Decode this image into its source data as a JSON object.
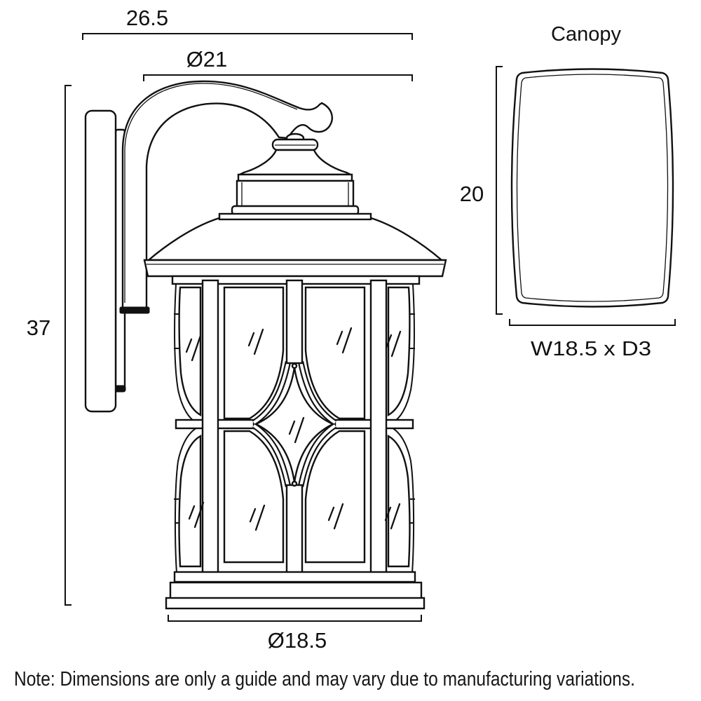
{
  "page": {
    "background": "#ffffff",
    "line_color": "#111111"
  },
  "side_view": {
    "dim_overall_width": "26.5",
    "dim_roof_diameter": "Ø21",
    "dim_overall_height": "37",
    "dim_base_diameter": "Ø18.5"
  },
  "canopy_view": {
    "title": "Canopy",
    "dim_height": "20",
    "dim_footprint": "W18.5 x D3"
  },
  "note": {
    "text": "Note: Dimensions are only a guide and may vary due to manufacturing variations."
  }
}
